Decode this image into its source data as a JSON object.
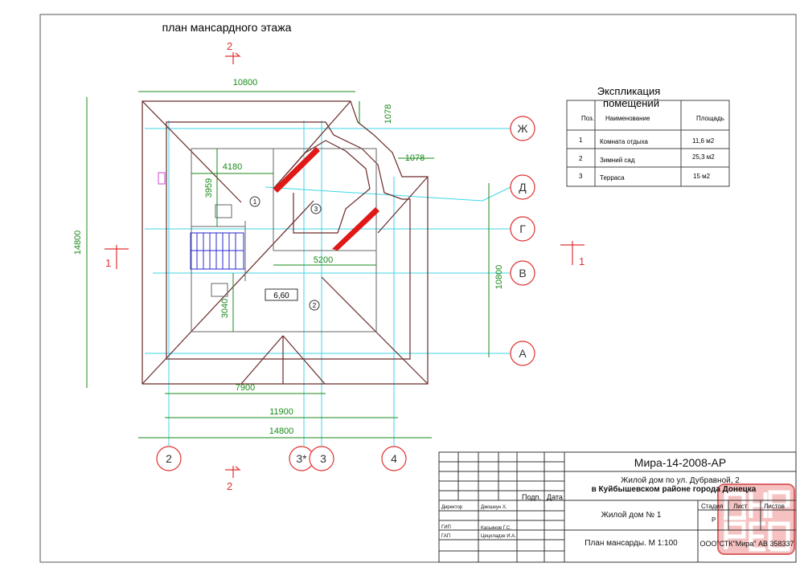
{
  "title": "план мансардного этажа",
  "explication": {
    "title_line1": "Экспликация",
    "title_line2": "помещений",
    "headers": [
      "Поз.",
      "Наименование",
      "Площадь"
    ],
    "rows": [
      [
        "1",
        "Комната отдыха",
        "11,6 м2"
      ],
      [
        "2",
        "Зимний сад",
        "25,3 м2"
      ],
      [
        "3",
        "Терраса",
        "15 м2"
      ]
    ]
  },
  "axes": {
    "rows": [
      "Ж",
      "Д",
      "Г",
      "В",
      "А"
    ],
    "cols": [
      "2",
      "3*",
      "3",
      "4"
    ]
  },
  "sections": {
    "s1": "1",
    "s2": "2"
  },
  "dimensions": {
    "top": "10800",
    "left": "14800",
    "right": "10800",
    "bay_v": "1078",
    "bay_h": "1078",
    "room_w": "4180",
    "room_h": "3959",
    "lower_h": "3040",
    "terrace_w": "5200",
    "bottom1": "7900",
    "bottom2": "11900",
    "bottom3": "14800"
  },
  "room_marks": [
    "1",
    "2",
    "3"
  ],
  "level_mark": "6,60",
  "title_block": {
    "code": "Мира-14-2008-АР",
    "address1": "Жилой дом по ул. Дубравной, 2",
    "address2": "в Куйбышевском районе города Донецка",
    "col_sign": "Подп.",
    "col_date": "Дата",
    "roles": [
      {
        "role": "Директор",
        "name": "Джошкун Х."
      },
      {
        "role": "ГИП",
        "name": "Касьянов Г.С."
      },
      {
        "role": "ГАП",
        "name": "Цецхладзе И.А."
      }
    ],
    "object": "Жилой дом № 1",
    "sheet_name": "План мансарды. М 1:100",
    "stage_h": "Стадия",
    "sheet_h": "Лист",
    "sheets_h": "Листов",
    "stage": "Р",
    "company": "ООО\"СТК\"Мира\" АВ 358337"
  },
  "watermark": "ДНР РЕО"
}
